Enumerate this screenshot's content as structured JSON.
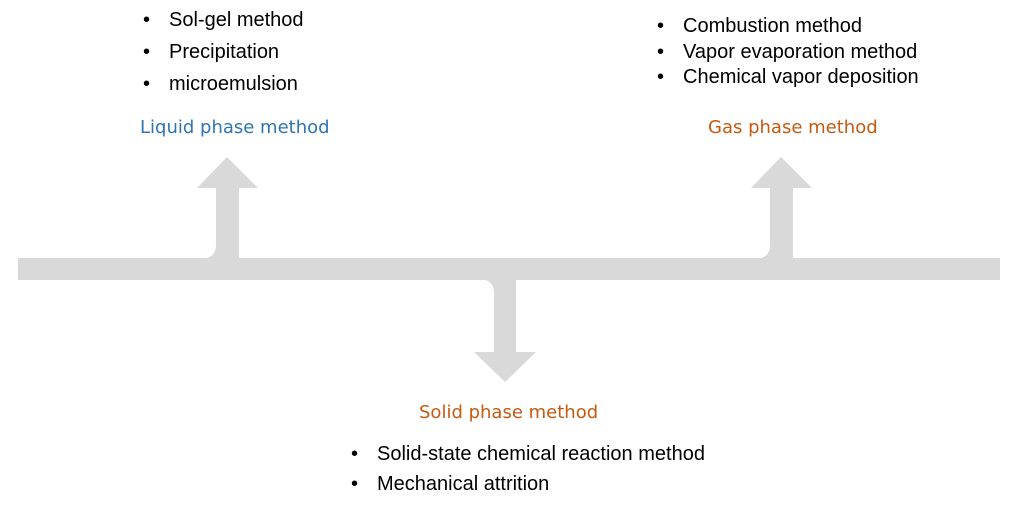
{
  "colors": {
    "arrow": "#d9d9d9",
    "liquid_heading": "#2e75b6",
    "gas_heading": "#c55a11",
    "solid_heading": "#c55a11",
    "bullet_text": "#000000"
  },
  "liquid": {
    "heading": "Liquid phase method",
    "items": [
      "Sol-gel method",
      "Precipitation",
      "microemulsion"
    ]
  },
  "gas": {
    "heading": "Gas phase method",
    "items": [
      "Combustion method",
      "Vapor evaporation method",
      "Chemical vapor deposition"
    ]
  },
  "solid": {
    "heading": "Solid phase method",
    "items": [
      "Solid-state chemical reaction method",
      "Mechanical attrition"
    ]
  }
}
